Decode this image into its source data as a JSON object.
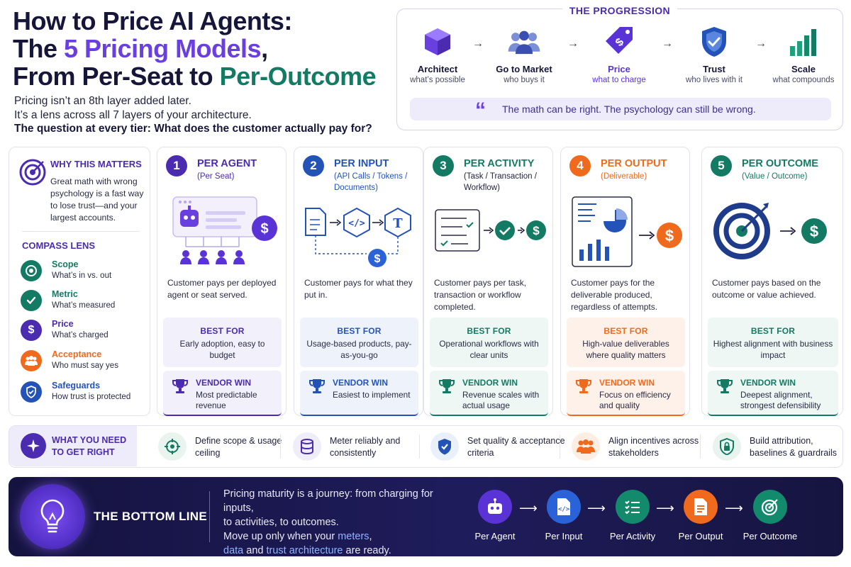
{
  "title": {
    "line1": "How to Price AI Agents:",
    "line2_pre": "The ",
    "line2_hl": "5 Pricing Models",
    "line2_post": ",",
    "line3_pre": "From Per-Seat to ",
    "line3_hl": "Per-Outcome"
  },
  "intro": {
    "l1": "Pricing isn’t an 8th layer added later.",
    "l2": "It’s a lens across all 7 layers of your architecture.",
    "l3": "The question at every tier: What does the customer actually pay for?"
  },
  "progression": {
    "title": "THE PROGRESSION",
    "steps": [
      {
        "name": "Architect",
        "sub": "what’s possible",
        "icon": "cube-icon"
      },
      {
        "name": "Go to Market",
        "sub": "who buys it",
        "icon": "people-icon"
      },
      {
        "name": "Price",
        "sub": "what to charge",
        "icon": "price-tag-icon"
      },
      {
        "name": "Trust",
        "sub": "who lives with it",
        "icon": "shield-check-icon"
      },
      {
        "name": "Scale",
        "sub": "what compounds",
        "icon": "bar-growth-icon"
      }
    ],
    "arrow": "→",
    "quote_mark": "“",
    "quote": "The math can be right. The psychology can still be wrong."
  },
  "why": {
    "head": "WHY THIS MATTERS",
    "text": "Great math with wrong psychology is a fast way to lose trust—and your largest accounts.",
    "compass_head": "COMPASS LENS",
    "items": [
      {
        "name": "Scope",
        "desc": "What’s in vs. out",
        "color": "#137a63",
        "icon": "target-ring-icon"
      },
      {
        "name": "Metric",
        "desc": "What’s measured",
        "color": "#137a63",
        "icon": "check-icon"
      },
      {
        "name": "Price",
        "desc": "What’s charged",
        "color": "#4b2bb0",
        "icon": "dollar-icon"
      },
      {
        "name": "Acceptance",
        "desc": "Who must say yes",
        "color": "#ef6a1d",
        "icon": "group-icon"
      },
      {
        "name": "Safeguards",
        "desc": "How trust is protected",
        "color": "#2453b8",
        "icon": "shield-icon"
      }
    ]
  },
  "models": [
    {
      "num": "1",
      "title": "PER AGENT",
      "sub": "(Per Seat)",
      "color": "#4b2bb0",
      "soft": "#f2f0fb",
      "desc": "Customer pays per deployed agent or seat served.",
      "best_head": "BEST FOR",
      "best": "Early adoption, easy to budget",
      "win_head": "VENDOR WIN",
      "win": "Most predictable revenue"
    },
    {
      "num": "2",
      "title": "PER INPUT",
      "sub": "(API Calls / Tokens / Documents)",
      "color": "#2453b8",
      "soft": "#eef3fb",
      "desc": "Customer pays for what they put in.",
      "best_head": "BEST FOR",
      "best": "Usage-based products, pay-as-you-go",
      "win_head": "VENDOR WIN",
      "win": "Easiest to implement"
    },
    {
      "num": "3",
      "title": "PER ACTIVITY",
      "sub": "(Task / Transaction / Workflow)",
      "color": "#137a63",
      "soft": "#eef7f3",
      "desc": "Customer pays per task, transaction or workflow completed.",
      "best_head": "BEST FOR",
      "best": "Operational workflows with clear units",
      "win_head": "VENDOR WIN",
      "win": "Revenue scales with actual usage"
    },
    {
      "num": "4",
      "title": "PER OUTPUT",
      "sub": "(Deliverable)",
      "color": "#ef6a1d",
      "soft": "#fdf1e9",
      "desc": "Customer pays for the deliverable produced, regardless of attempts.",
      "best_head": "BEST FOR",
      "best": "High-value deliverables where quality matters",
      "win_head": "VENDOR WIN",
      "win": "Focus on efficiency and quality"
    },
    {
      "num": "5",
      "title": "PER OUTCOME",
      "sub": "(Value / Outcome)",
      "color": "#137a63",
      "soft": "#eef7f3",
      "desc": "Customer pays based on the outcome or value achieved.",
      "best_head": "BEST FOR",
      "best": "Highest alignment with business impact",
      "win_head": "VENDOR WIN",
      "win": "Deepest alignment, strongest defensibility"
    }
  ],
  "needs": {
    "head": "WHAT YOU NEED TO GET RIGHT",
    "items": [
      {
        "text": "Define scope & usage ceiling",
        "icon": "crosshair-icon",
        "color": "#137a63",
        "bg": "#e9f4ef"
      },
      {
        "text": "Meter reliably and consistently",
        "icon": "database-icon",
        "color": "#4b2bb0",
        "bg": "#efedfa"
      },
      {
        "text": "Set quality & acceptance criteria",
        "icon": "shield-check-icon",
        "color": "#2453b8",
        "bg": "#eaf0fa"
      },
      {
        "text": "Align incentives across stakeholders",
        "icon": "group-icon",
        "color": "#ef6a1d",
        "bg": "#fdeee4"
      },
      {
        "text": "Build attribution, baselines & guardrails",
        "icon": "lock-shield-icon",
        "color": "#137a63",
        "bg": "#e9f4ef"
      }
    ]
  },
  "bottom": {
    "title": "THE BOTTOM LINE",
    "t1": "Pricing maturity is a journey: from charging for inputs,",
    "t2": "to activities, to outcomes.",
    "t3_pre": "Move up only when your ",
    "t3_hl": "meters",
    "t3_post": ",",
    "t4_hl1": "data",
    "t4_mid": " and ",
    "t4_hl2": "trust architecture",
    "t4_post": " are ready.",
    "journey": [
      {
        "label": "Per Agent",
        "color": "#5a33d6",
        "icon": "robot-icon"
      },
      {
        "label": "Per Input",
        "color": "#2a63d8",
        "icon": "code-doc-icon"
      },
      {
        "label": "Per Activity",
        "color": "#148a6d",
        "icon": "checklist-icon"
      },
      {
        "label": "Per Output",
        "color": "#ef6a1d",
        "icon": "document-icon"
      },
      {
        "label": "Per Outcome",
        "color": "#148a6d",
        "icon": "target-icon"
      }
    ],
    "arrow": "⟶"
  }
}
